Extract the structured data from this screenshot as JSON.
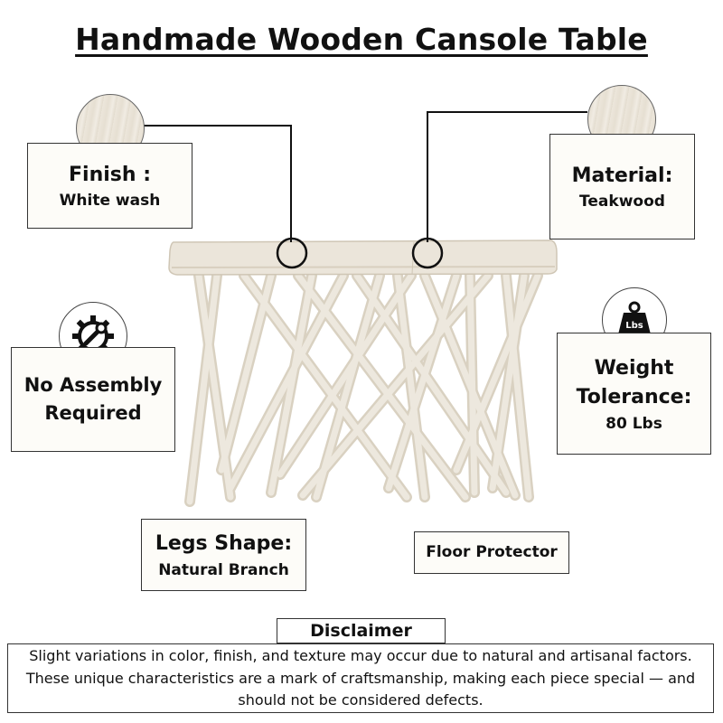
{
  "title": "Handmade Wooden Cansole Table",
  "features": {
    "finish": {
      "heading": "Finish :",
      "value": "White wash"
    },
    "material": {
      "heading": "Material:",
      "value": "Teakwood"
    },
    "assembly": {
      "line1": "No Assembly",
      "line2": "Required"
    },
    "weight": {
      "line1": "Weight",
      "line2": "Tolerance:",
      "value": "80 Lbs"
    },
    "legs": {
      "heading": "Legs Shape:",
      "value": "Natural Branch"
    },
    "floor": {
      "heading": "Floor Protector"
    }
  },
  "weight_icon_label": "Lbs",
  "disclaimer": {
    "title": "Disclaimer",
    "text": "Slight variations in color, finish, and texture may occur due to natural and artisanal factors. These unique characteristics are a mark of craftsmanship, making each piece special — and should not be considered defects."
  },
  "icons": {
    "finish_swatch": "wood-swatch-icon",
    "material_swatch": "wood-swatch-icon",
    "assembly": "gear-wrench-icon",
    "weight": "weight-icon"
  },
  "colors": {
    "wood": "#ece7dc",
    "wood_shade": "#d6cdbc",
    "line": "#111111"
  }
}
